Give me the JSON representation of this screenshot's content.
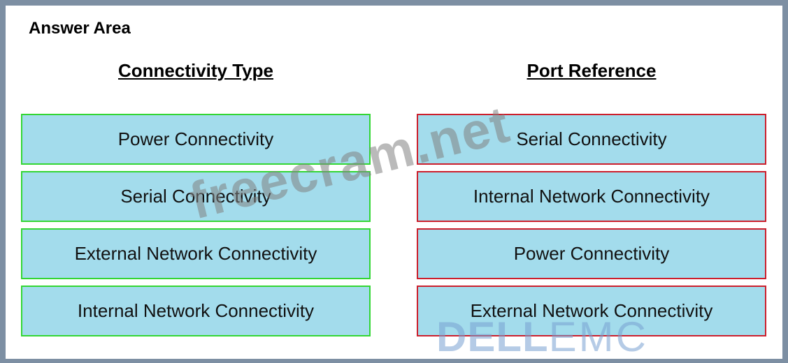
{
  "answer_area": {
    "title": "Answer Area"
  },
  "connectivity_type": {
    "heading": "Connectivity Type",
    "items": [
      {
        "label": "Power Connectivity"
      },
      {
        "label": "Serial Connectivity"
      },
      {
        "label": "External Network Connectivity"
      },
      {
        "label": "Internal Network Connectivity"
      }
    ]
  },
  "port_reference": {
    "heading": "Port Reference",
    "items": [
      {
        "label": "Serial Connectivity"
      },
      {
        "label": "Internal Network Connectivity"
      },
      {
        "label": "Power Connectivity"
      },
      {
        "label": "External Network Connectivity"
      }
    ]
  },
  "watermark": {
    "text": "freecram.net"
  },
  "logo": {
    "dell": "DELL",
    "emc": "EMC"
  },
  "colors": {
    "tile_fill": "#a3dcec",
    "left_border": "#33d633",
    "right_border": "#cc1f2c"
  }
}
